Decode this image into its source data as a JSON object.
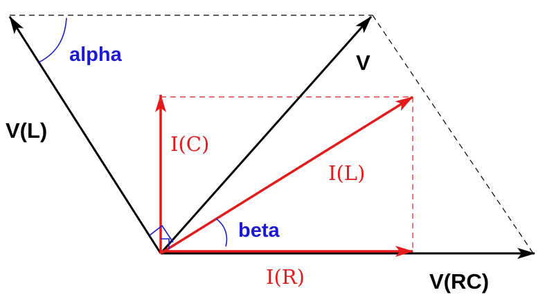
{
  "labels": {
    "alpha": "alpha",
    "v": "V",
    "v_l": "V(L)",
    "i_c": "I(C)",
    "i_l": "I(L)",
    "beta": "beta",
    "i_r": "I(R)",
    "v_rc": "V(RC)"
  },
  "colors": {
    "voltage": "#000000",
    "current": "#e31b1b",
    "angle": "#1a1ad6",
    "construction": "#000000"
  }
}
